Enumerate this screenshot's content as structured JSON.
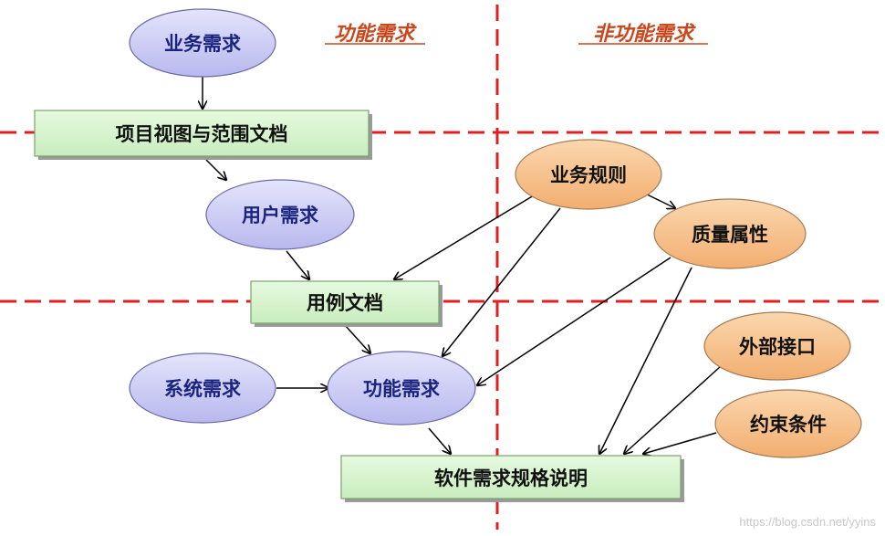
{
  "labels": {
    "functional": "功能需求",
    "non_functional": "非功能需求"
  },
  "nodes": {
    "business_requirements": "业务需求",
    "vision_scope_doc": "项目视图与范围文档",
    "user_requirements": "用户需求",
    "use_case_doc": "用例文档",
    "system_requirements": "系统需求",
    "functional_requirements": "功能需求",
    "business_rules": "业务规则",
    "quality_attributes": "质量属性",
    "external_interfaces": "外部接口",
    "constraints": "约束条件",
    "srs": "软件需求规格说明"
  },
  "watermark": "https://blog.csdn.net/yyins",
  "colors": {
    "ellipse_blue": "#ccccf6",
    "ellipse_orange": "#f8c48e",
    "rect_green": "#d8f5cf",
    "dashed_line": "#e02020",
    "section_title": "#c8481e",
    "blue_text": "#1a237e"
  }
}
